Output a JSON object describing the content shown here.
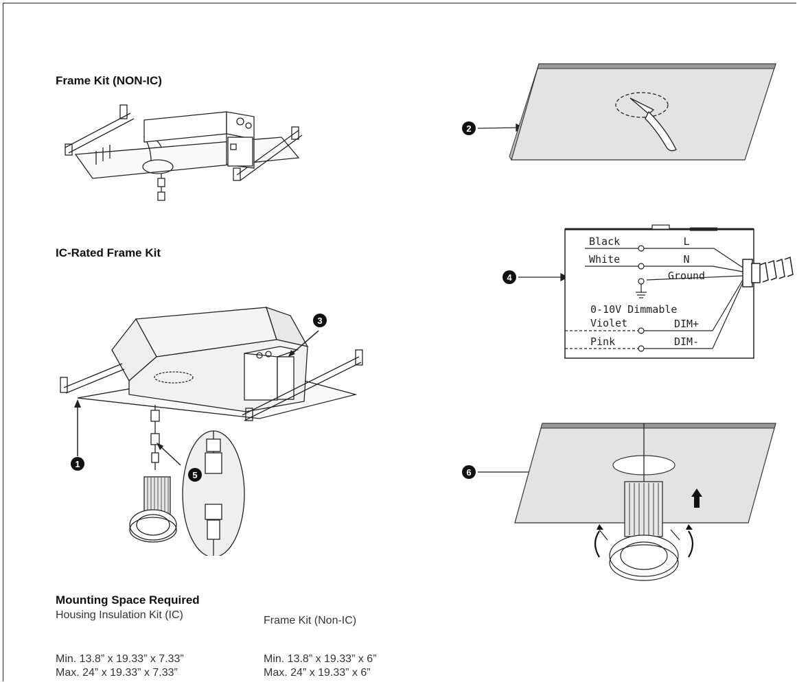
{
  "titles": {
    "frame_kit_non_ic": "Frame Kit (NON-IC)",
    "ic_rated_frame_kit": "IC-Rated Frame Kit"
  },
  "callouts": {
    "c1": "1",
    "c2": "2",
    "c3": "3",
    "c4": "4",
    "c5": "5",
    "c6": "6"
  },
  "wiring": {
    "rows": [
      {
        "color": "Black",
        "terminal": "L"
      },
      {
        "color": "White",
        "terminal": "N"
      },
      {
        "color": "",
        "terminal": "Ground"
      },
      {
        "color": "Violet",
        "terminal": "DIM+"
      },
      {
        "color": "Pink",
        "terminal": "DIM-"
      }
    ],
    "dimmable_label": "0-10V Dimmable"
  },
  "mounting": {
    "heading": "Mounting Space Required",
    "col1_title": "Housing Insulation Kit (IC)",
    "col2_title": "Frame Kit (Non-IC)",
    "col1_min": "Min. 13.8” x 19.33” x 7.33”",
    "col1_max": "Max. 24” x 19.33” x 7.33”",
    "col2_min": "Min. 13.8” x 19.33” x 6”",
    "col2_max": "Max. 24” x 19.33” x 6”"
  }
}
